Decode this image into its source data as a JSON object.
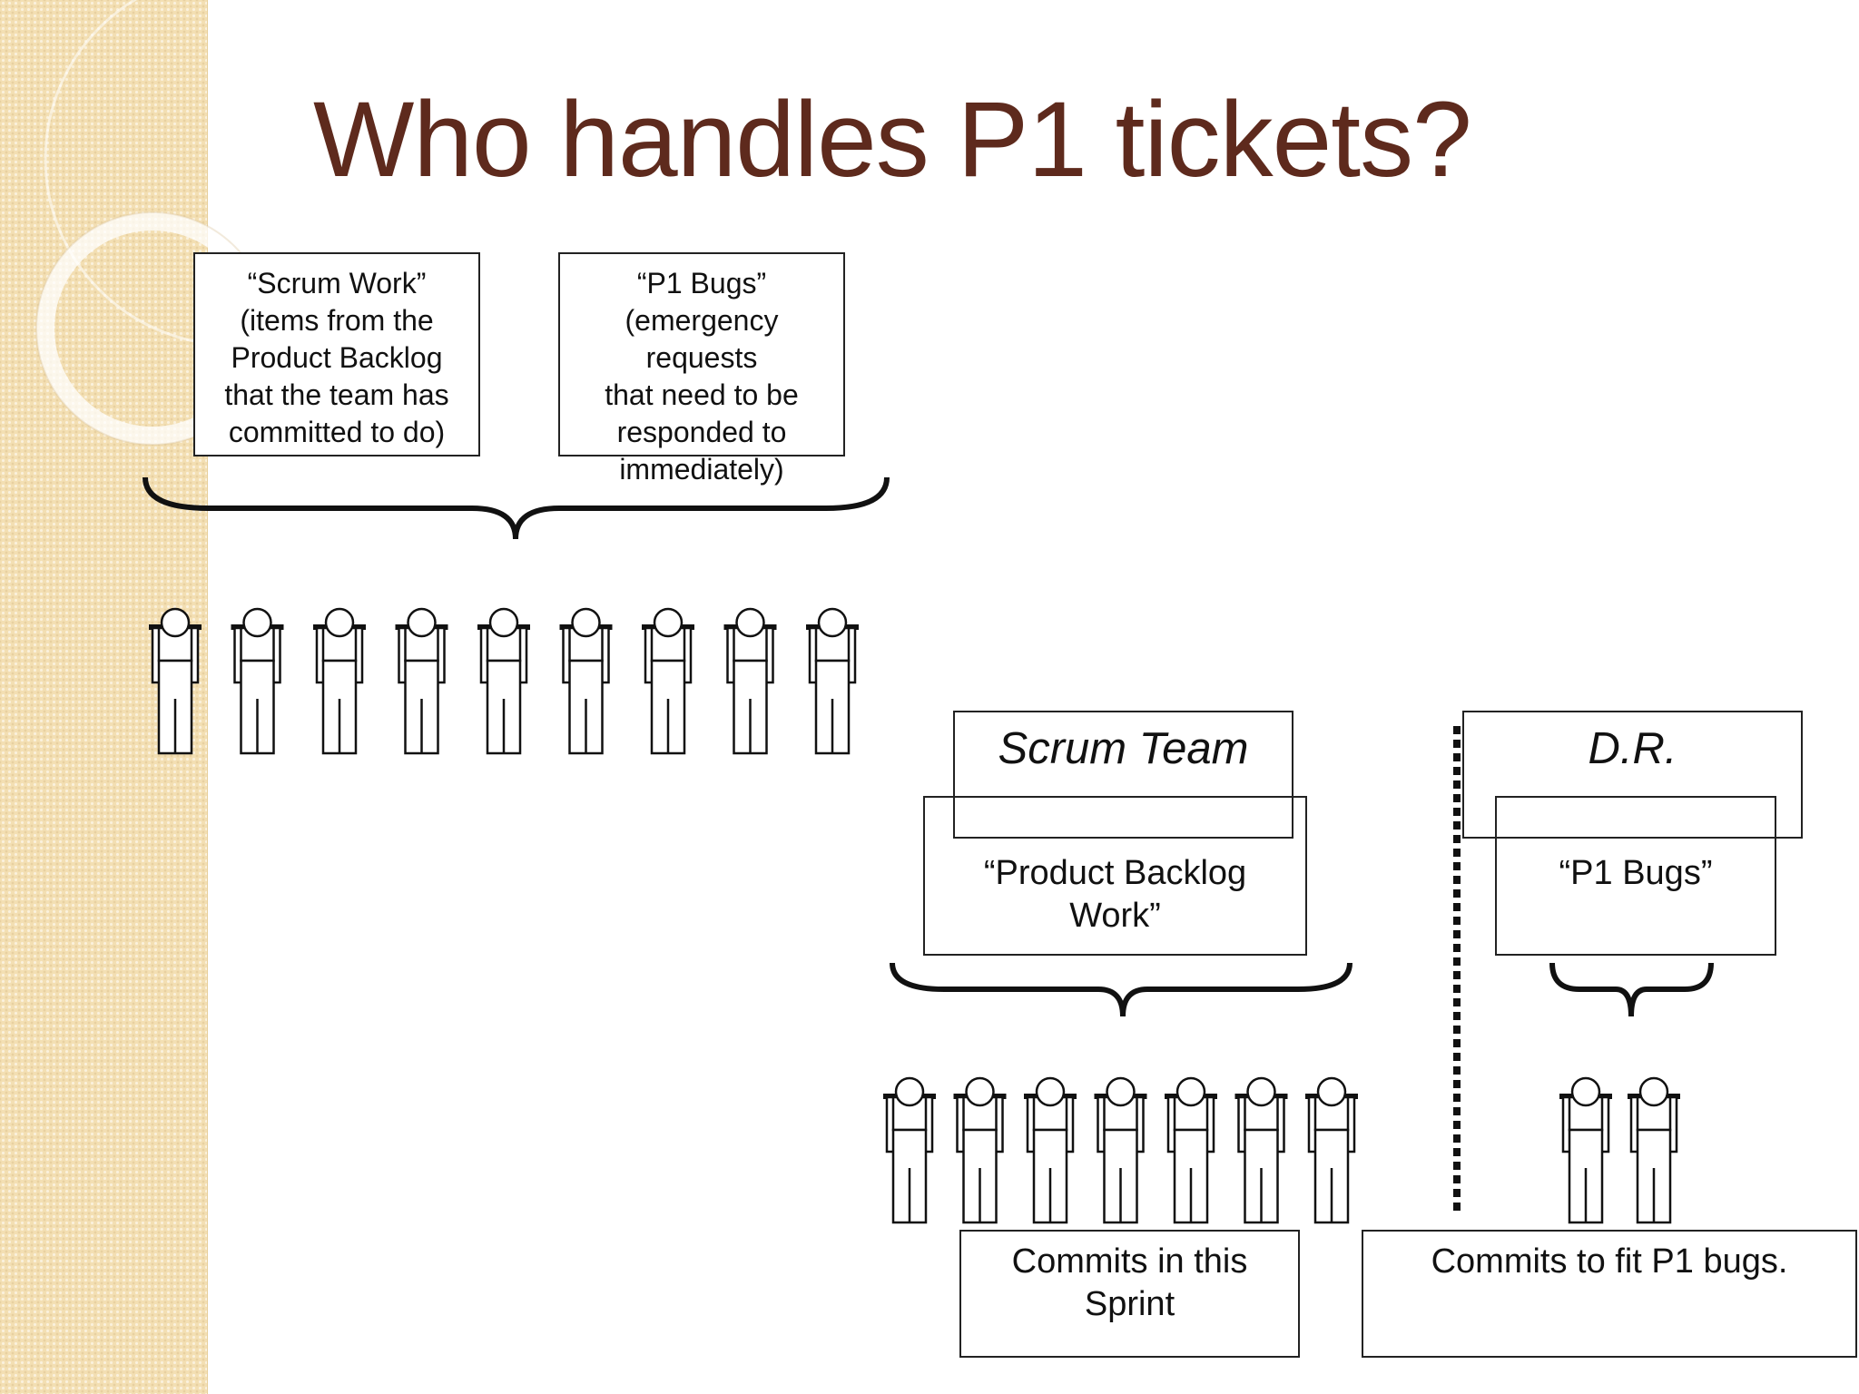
{
  "slide": {
    "title": "Who handles P1 tickets?"
  },
  "top_left": {
    "scrum_work_lines": [
      "“Scrum Work”",
      "(items from the",
      "Product Backlog",
      "that the team has",
      "committed to do)"
    ],
    "p1_bugs_lines": [
      "“P1 Bugs”",
      "(emergency",
      "requests",
      "that need to be",
      "responded to",
      "immediately)"
    ],
    "people_count": 9
  },
  "scrum_team": {
    "header": "Scrum Team",
    "work_lines": [
      "“Product Backlog",
      "Work”"
    ],
    "people_count": 7,
    "commit_lines": [
      "Commits in this",
      "Sprint"
    ]
  },
  "dr_team": {
    "header": "D.R.",
    "work_lines": [
      "“P1 Bugs”"
    ],
    "people_count": 2,
    "commit_lines": [
      "Commits to fit P1 bugs."
    ]
  },
  "colors": {
    "title": "#5e2a1d",
    "sidebar": "#f3dfb3",
    "line": "#111111"
  }
}
